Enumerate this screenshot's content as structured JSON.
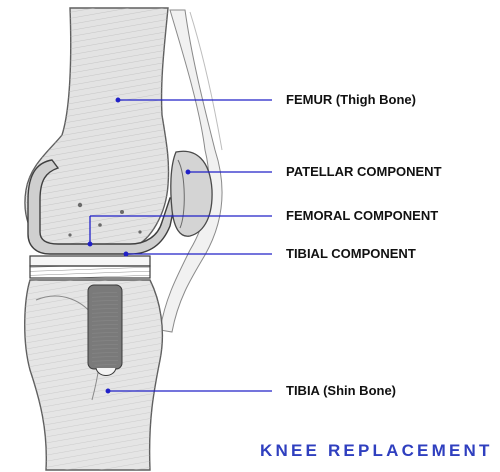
{
  "diagram": {
    "title": "KNEE REPLACEMENT",
    "title_color": "#2f3fbf",
    "leader_color": "#2020c8",
    "labels": [
      {
        "id": "femur",
        "text": "FEMUR (Thigh Bone)"
      },
      {
        "id": "patellar",
        "text": "PATELLAR COMPONENT"
      },
      {
        "id": "femoral",
        "text": "FEMORAL COMPONENT"
      },
      {
        "id": "tibial",
        "text": "TIBIAL COMPONENT"
      },
      {
        "id": "tibia",
        "text": "TIBIA (Shin Bone)"
      }
    ]
  }
}
